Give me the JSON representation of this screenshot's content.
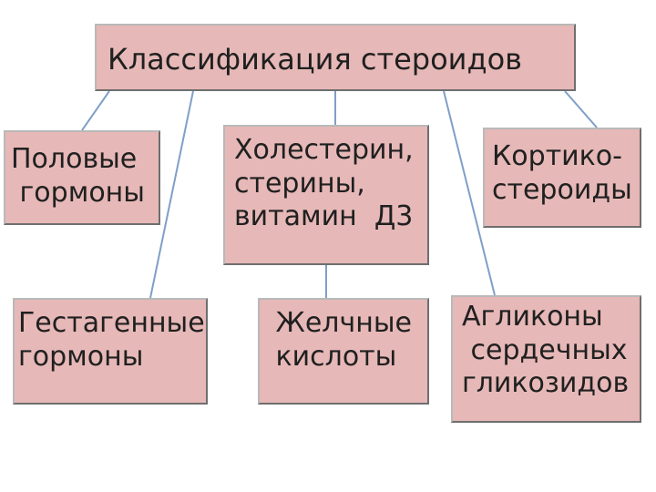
{
  "diagram": {
    "root": "Классификация стероидов",
    "children": [
      {
        "id": "b-sex",
        "text": "Половые\n гормоны"
      },
      {
        "id": "b-chol",
        "text": "Холестерин,\nстерины,\nвитамин  Д3"
      },
      {
        "id": "b-cort",
        "text": "Кортико-\nстероиды"
      },
      {
        "id": "b-gest",
        "text": "Гестагенные\nгормоны"
      },
      {
        "id": "b-bile",
        "text": " Желчные\n кислоты"
      },
      {
        "id": "b-agly",
        "text": "Агликоны\n сердечных\nгликозидов"
      }
    ],
    "colors": {
      "box_fill": "#e6b8b7",
      "connector": "#7f9fc8"
    }
  }
}
